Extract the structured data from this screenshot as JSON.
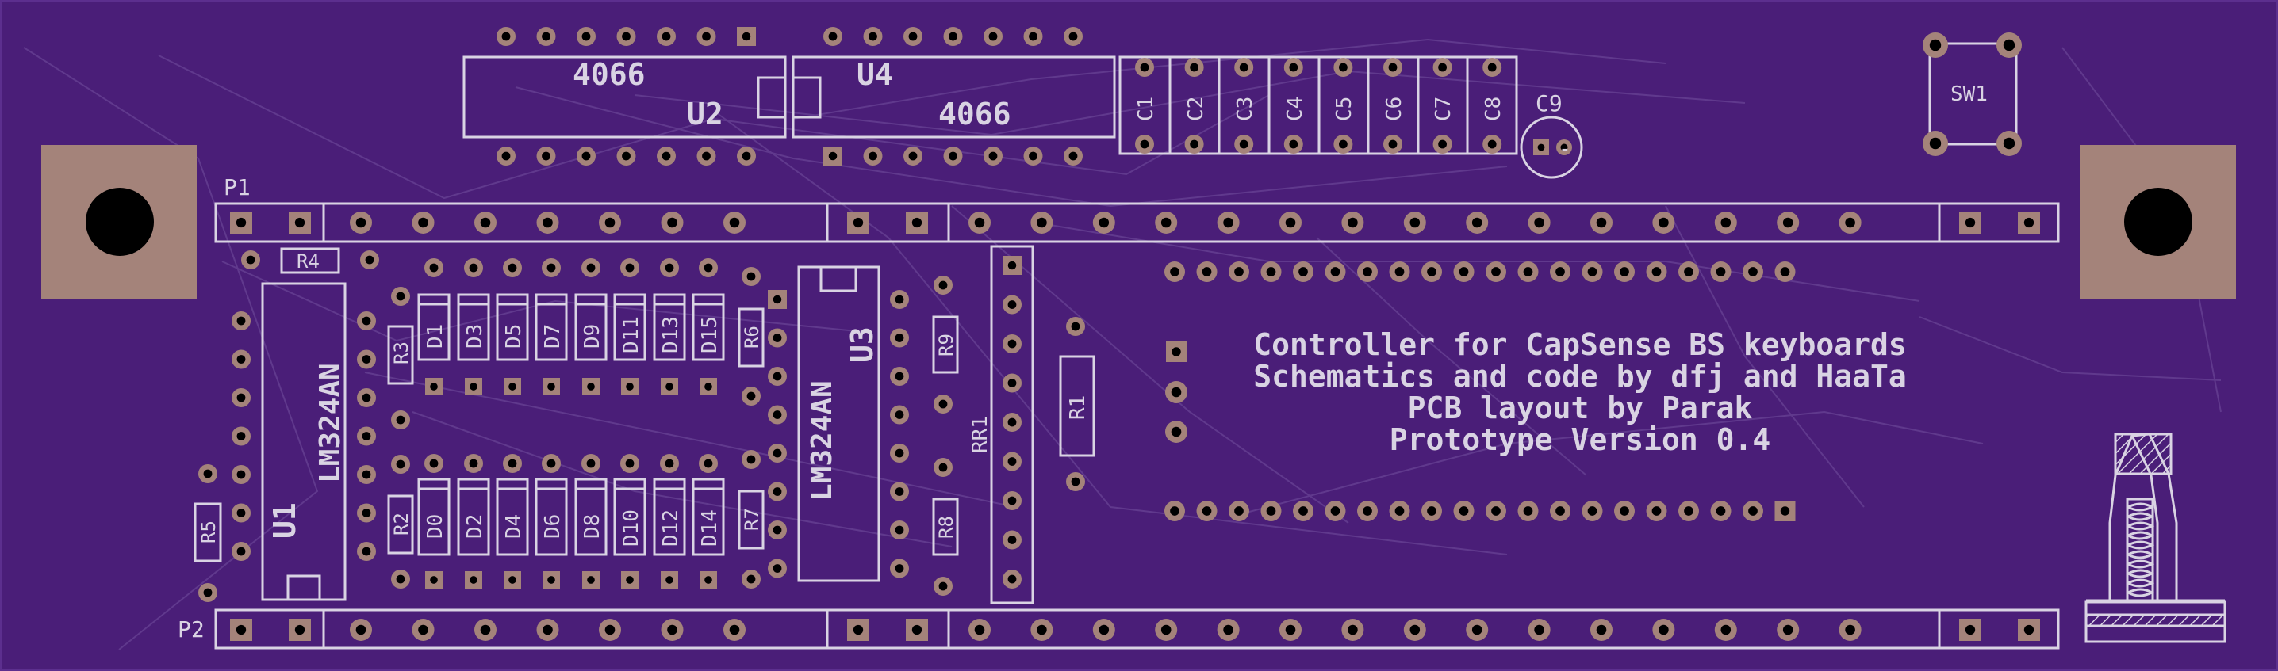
{
  "board": {
    "colors": {
      "substrate": "#4a1e78",
      "silk": "#d9d3e3",
      "pad": "#a4837a",
      "copper_trace": "#6a4596",
      "drill": "#000000"
    },
    "description_lines": [
      "Controller for CapSense BS keyboards",
      "Schematics and code by dfj and HaaTa",
      "PCB layout by Parak",
      "Prototype Version 0.4"
    ]
  },
  "labels": {
    "u2_part": "4066",
    "u2_ref": "U2",
    "u4_ref": "U4",
    "u4_part": "4066",
    "u1_ref": "U1",
    "u1_part": "LM324AN",
    "u3_ref": "U3",
    "u3_part": "LM324AN",
    "p1": "P1",
    "p2": "P2",
    "r1": "R1",
    "r2": "R2",
    "r3": "R3",
    "r4": "R4",
    "r5": "R5",
    "r6": "R6",
    "r7": "R7",
    "r8": "R8",
    "r9": "R9",
    "rr1": "RR1",
    "sw1": "SW1",
    "c9": "C9",
    "c9_minus": "-",
    "caps": [
      "C1",
      "C2",
      "C3",
      "C4",
      "C5",
      "C6",
      "C7",
      "C8"
    ],
    "diodes_top": [
      "D1",
      "D3",
      "D5",
      "D7",
      "D9",
      "D11",
      "D13",
      "D15"
    ],
    "diodes_bottom": [
      "D0",
      "D2",
      "D4",
      "D6",
      "D8",
      "D10",
      "D12",
      "D14"
    ]
  },
  "icons": {
    "logo": "capsense-spring-key-icon"
  }
}
